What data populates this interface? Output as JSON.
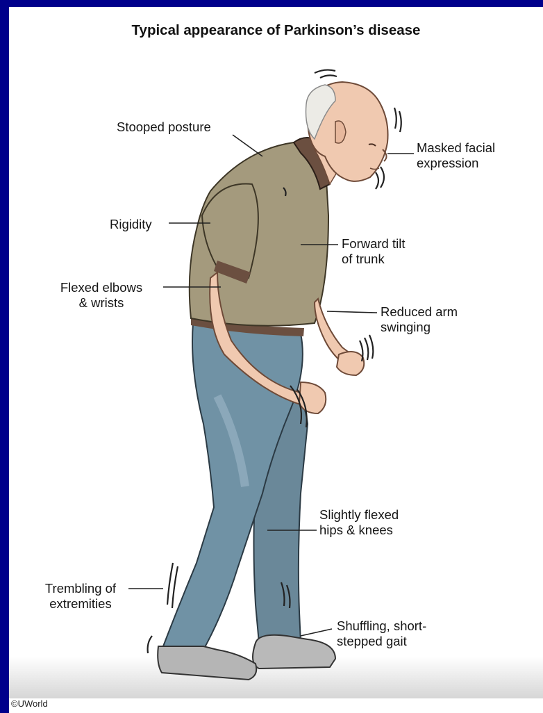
{
  "title": "Typical appearance of Parkinson’s disease",
  "labels": {
    "stooped_posture": "Stooped posture",
    "masked_facial_expression": "Masked facial\nexpression",
    "rigidity": "Rigidity",
    "forward_tilt": "Forward tilt\nof trunk",
    "flexed_elbows": "Flexed elbows\n& wrists",
    "reduced_arm_swinging": "Reduced arm\nswinging",
    "flexed_hips_knees": "Slightly flexed\nhips & knees",
    "trembling": "Trembling of\nextremities",
    "shuffling_gait": "Shuffling, short-\nstepped gait"
  },
  "copyright": "©UWorld",
  "colors": {
    "frame": "#00008b",
    "shirt": "#a49a7d",
    "collar": "#6b4f40",
    "skin": "#f0c9b0",
    "pants": "#6f8ea0",
    "hair": "#ecebe6",
    "shoe": "#b5b5b5"
  }
}
